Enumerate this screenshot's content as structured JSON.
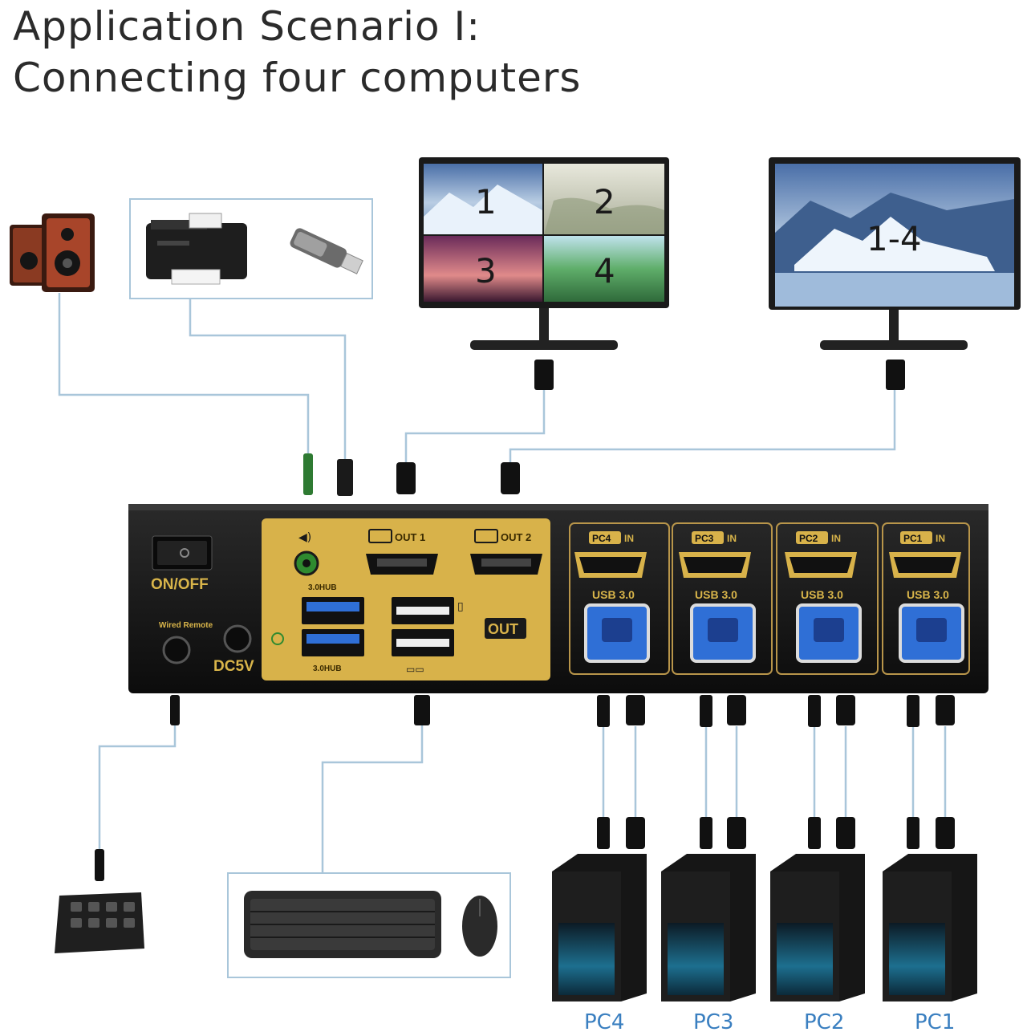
{
  "title": {
    "line1": "Application Scenario I:",
    "line2": "Connecting four computers"
  },
  "monitors": {
    "left_quadrants": [
      "1",
      "2",
      "3",
      "4"
    ],
    "right_label": "1-4"
  },
  "kvm": {
    "power_label": "ON/OFF",
    "wired_remote_label": "Wired Remote",
    "dc_label": "DC5V",
    "audio_hub_label": "3.0HUB",
    "usb_hub_label": "3.0HUB",
    "hdmi_out_1": "OUT 1",
    "hdmi_out_2": "OUT 2",
    "out_label": "OUT",
    "pc_inputs": [
      {
        "name": "PC4",
        "in": "IN",
        "usb": "USB 3.0"
      },
      {
        "name": "PC3",
        "in": "IN",
        "usb": "USB 3.0"
      },
      {
        "name": "PC2",
        "in": "IN",
        "usb": "USB 3.0"
      },
      {
        "name": "PC1",
        "in": "IN",
        "usb": "USB 3.0"
      }
    ]
  },
  "computers": [
    "PC4",
    "PC3",
    "PC2",
    "PC1"
  ],
  "colors": {
    "line": "#a9c6da",
    "panel_gold": "#d8b24a",
    "device_body": "#1b1b1b",
    "pc_label": "#3a7fc0",
    "usb_blue": "#2f6fd6"
  }
}
